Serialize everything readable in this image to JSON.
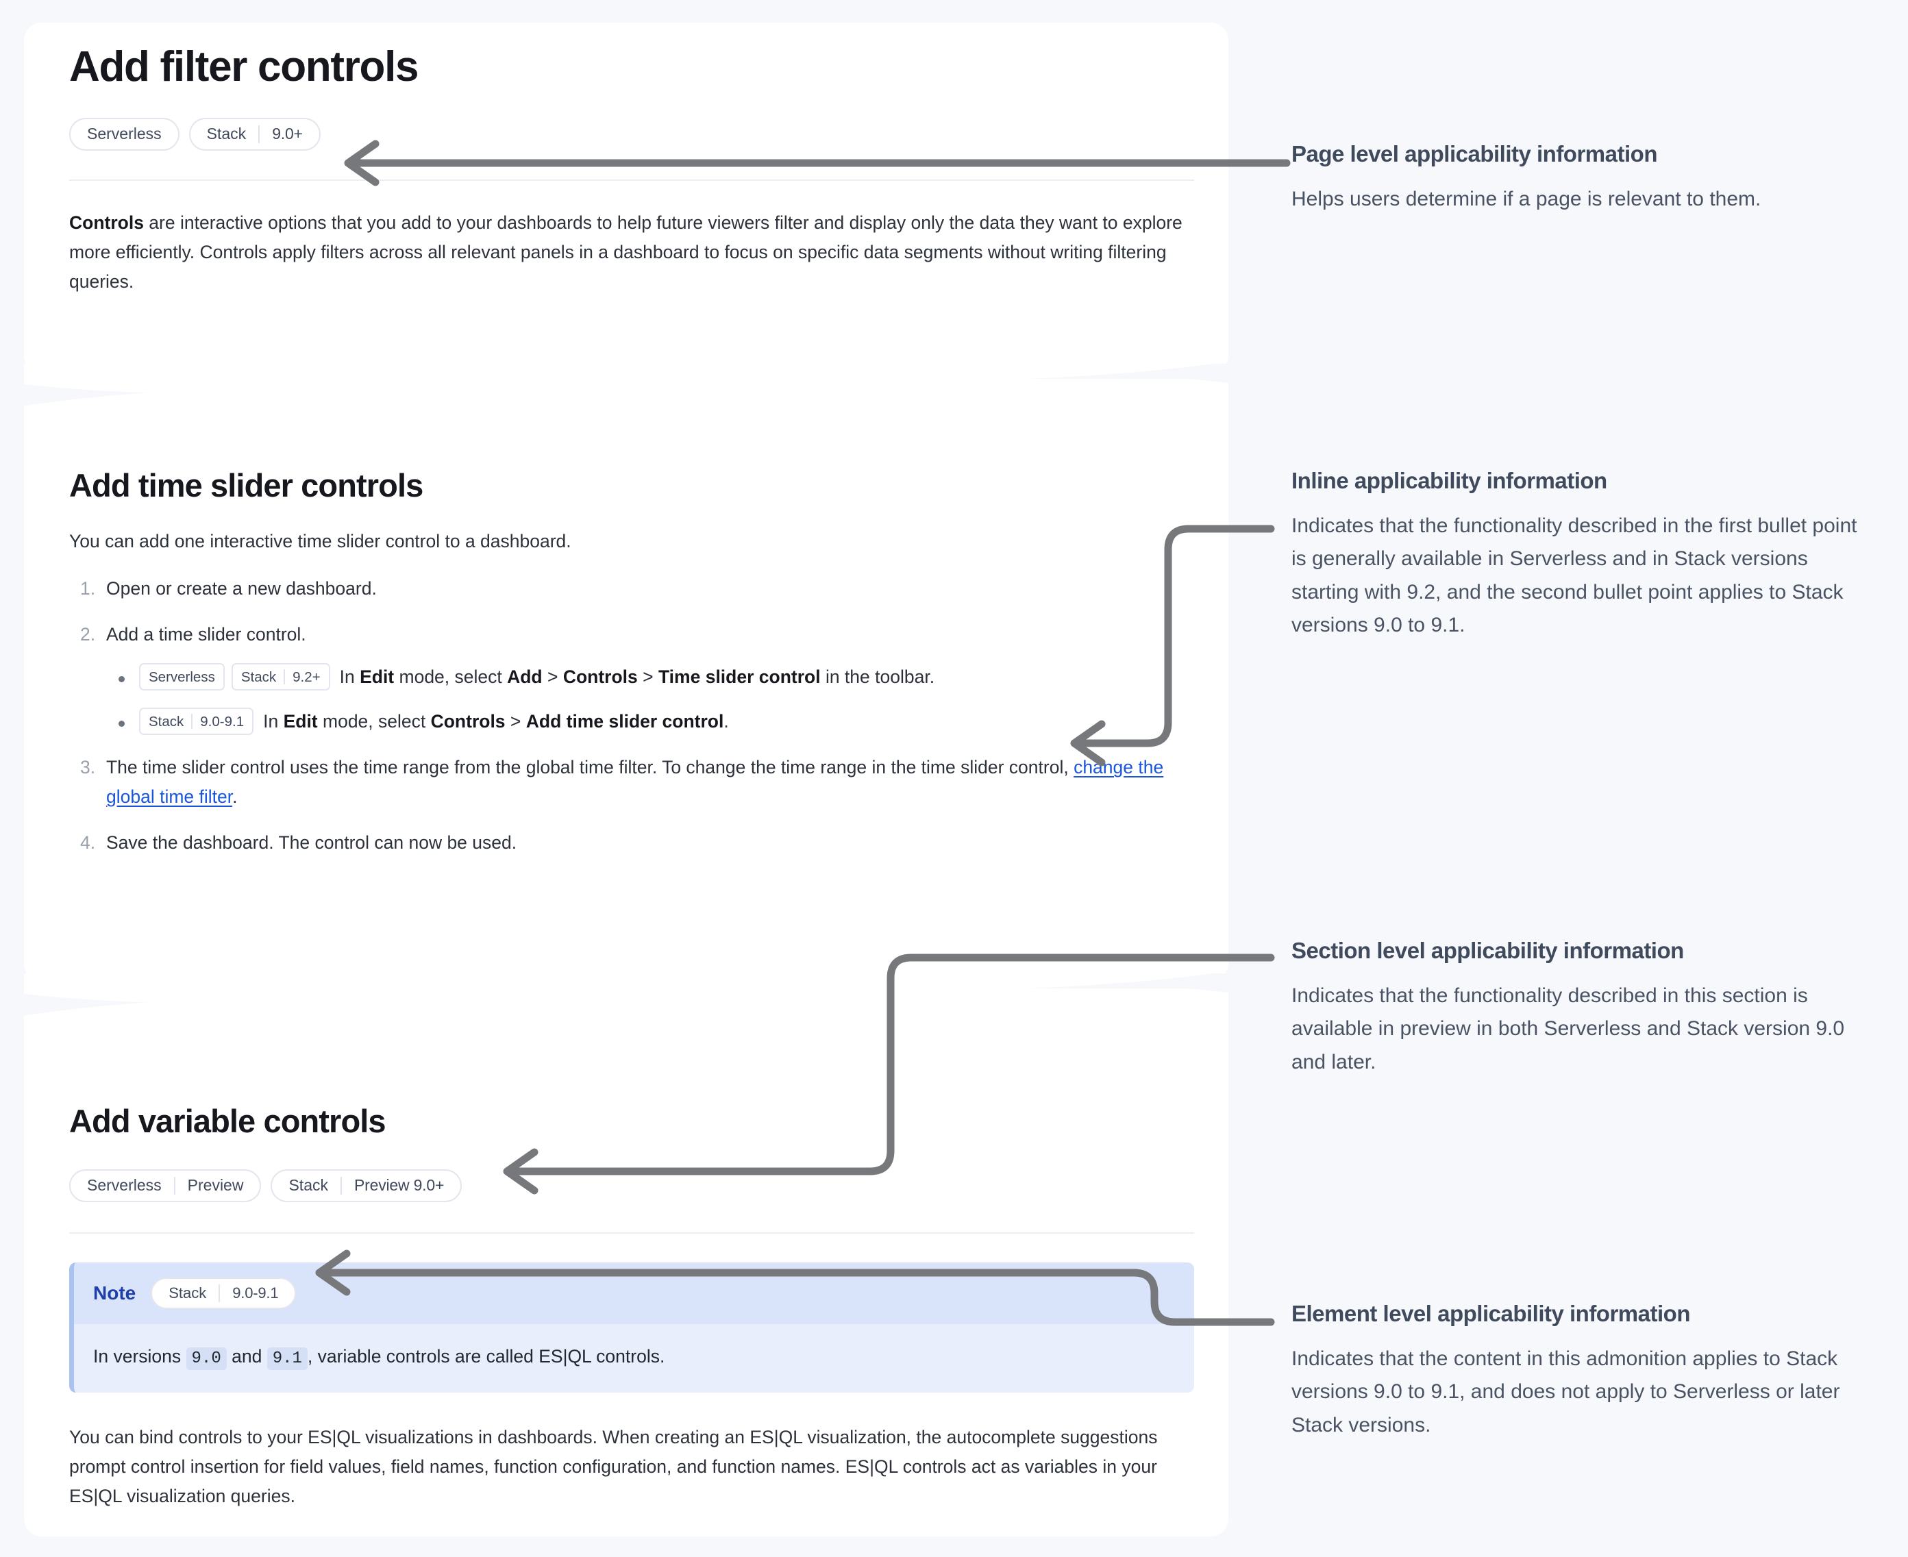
{
  "page": {
    "title": "Add filter controls",
    "applicability": [
      {
        "label": "Serverless",
        "version": ""
      },
      {
        "label": "Stack",
        "version": "9.0+"
      }
    ],
    "intro_lead": "Controls",
    "intro_rest": " are interactive options that you add to your dashboards to help future viewers filter and display only the data they want to explore more efficiently. Controls apply filters across all relevant panels in a dashboard to focus on specific data segments without writing filtering queries."
  },
  "time_slider_section": {
    "title": "Add time slider controls",
    "intro": "You can add one interactive time slider control to a dashboard.",
    "steps": [
      {
        "text": "Open or create a new dashboard."
      },
      {
        "text": "Add a time slider control.",
        "bullets": [
          {
            "chips": [
              {
                "label": "Serverless",
                "version": ""
              },
              {
                "label": "Stack",
                "version": "9.2+"
              }
            ],
            "prefix": "In ",
            "b1": "Edit",
            "mid1": " mode, select ",
            "b2": "Add",
            "sep1": " > ",
            "b3": "Controls",
            "sep2": " > ",
            "b4": "Time slider control",
            "suffix": " in the toolbar."
          },
          {
            "chips": [
              {
                "label": "Stack",
                "version": "9.0-9.1"
              }
            ],
            "prefix": "In ",
            "b1": "Edit",
            "mid1": " mode, select ",
            "b2": "Controls",
            "sep1": " > ",
            "b3": "Add time slider control",
            "sep2": "",
            "b4": "",
            "suffix": "."
          }
        ]
      },
      {
        "text_before_link": "The time slider control uses the time range from the global time filter. To change the time range in the time slider control, ",
        "link": "change the global time filter",
        "text_after_link": "."
      },
      {
        "text": "Save the dashboard. The control can now be used."
      }
    ]
  },
  "variable_section": {
    "title": "Add variable controls",
    "applicability": [
      {
        "label": "Serverless",
        "version": "Preview"
      },
      {
        "label": "Stack",
        "version": "Preview 9.0+"
      }
    ],
    "note": {
      "label": "Note",
      "badge": {
        "label": "Stack",
        "version": "9.0-9.1"
      },
      "text_1": "In versions ",
      "code_1": "9.0",
      "text_2": " and ",
      "code_2": "9.1",
      "text_3": ", variable controls are called ES|QL controls."
    },
    "body": "You can bind controls to your ES|QL visualizations in dashboards. When creating an ES|QL visualization, the autocomplete suggestions prompt control insertion for field values, field names, function configuration, and function names. ES|QL controls act as variables in your ES|QL visualization queries."
  },
  "annotations": [
    {
      "heading": "Page level applicability information",
      "body": "Helps users determine if a page is relevant to them."
    },
    {
      "heading": "Inline applicability information",
      "body": "Indicates that the functionality described in the first bullet point is generally available in Serverless and in Stack versions starting with 9.2, and the second bullet point applies to Stack versions 9.0 to 9.1."
    },
    {
      "heading": "Section level applicability information",
      "body": "Indicates that the functionality described in this section is available in preview in both Serverless and Stack version 9.0 and later."
    },
    {
      "heading": "Element level applicability information",
      "body": "Indicates that the content in this admonition applies to Stack versions 9.0 to 9.1, and does not apply to Serverless or later Stack versions."
    }
  ],
  "colors": {
    "page_background": "#f7f8fb",
    "panel_background": "#ffffff",
    "connector": "#76787b",
    "link": "#1a56db",
    "note_header": "#d9e4fb",
    "note_body": "#e8eefc",
    "note_accent": "#1f3fa8",
    "annotation_text": "#4a5363"
  }
}
